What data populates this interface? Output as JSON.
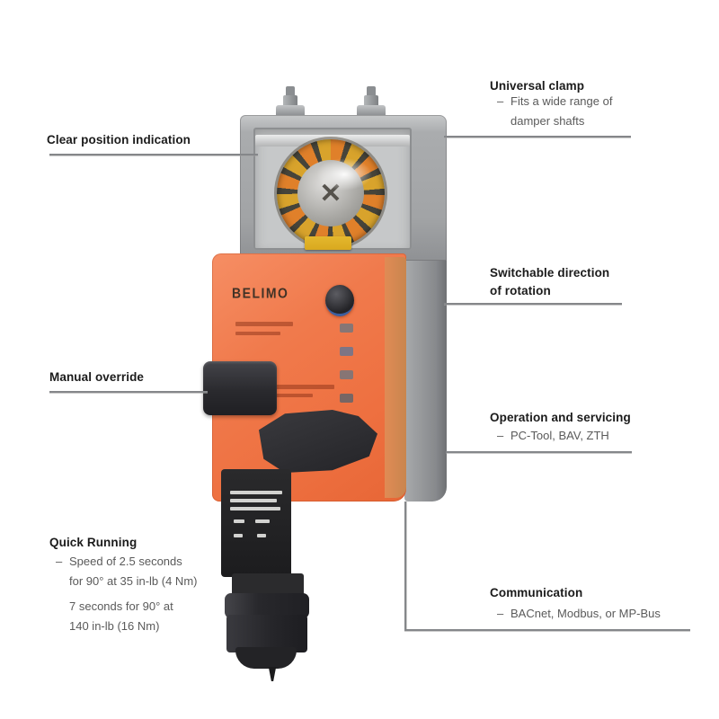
{
  "page": {
    "background": "#ffffff"
  },
  "product": {
    "name": "quick-running damper actuator",
    "brand_label": "BELIMO",
    "clamp_cross_glyph": "✕",
    "colors": {
      "body_orange": "#ee7040",
      "housing_gray": "#a8aaac",
      "clamp_orange": "#e0802a",
      "indicator_yellow": "#d9a91f",
      "black_parts": "#28282a",
      "leader_gray": "#85878a"
    }
  },
  "callouts": {
    "universal_clamp": {
      "heading": "Universal clamp",
      "dash": "–",
      "lines": [
        "Fits a wide range of",
        "damper shafts"
      ]
    },
    "clear_position": {
      "heading": "Clear position indication"
    },
    "switchable_direction": {
      "heading_line1": "Switchable direction",
      "heading_line2": "of rotation"
    },
    "manual_override": {
      "heading": "Manual override"
    },
    "operation_servicing": {
      "heading": "Operation and servicing",
      "dash": "–",
      "lines": [
        "PC-Tool, BAV, ZTH"
      ]
    },
    "quick_running": {
      "heading": "Quick Running",
      "dash": "–",
      "item1_lines": [
        "Speed of 2.5 seconds",
        "for 90° at 35 in-lb (4 Nm)"
      ],
      "item2_lines": [
        "7 seconds for 90° at",
        "140 in-lb (16 Nm)"
      ]
    },
    "communication": {
      "heading": "Communication",
      "dash": "–",
      "lines": [
        "BACnet, Modbus, or MP-Bus"
      ]
    }
  }
}
